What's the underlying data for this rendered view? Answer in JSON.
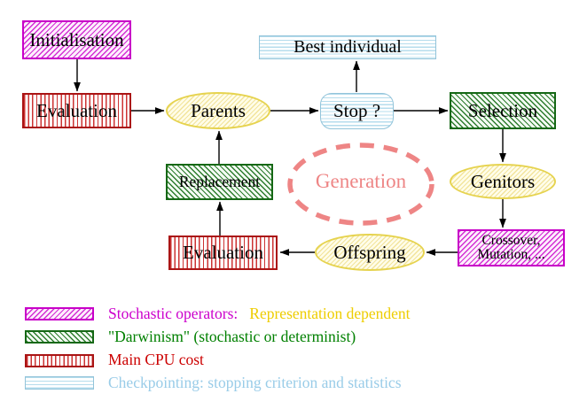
{
  "nodes": {
    "initialisation": "Initialisation",
    "best_individual": "Best individual",
    "evaluation_top": "Evaluation",
    "parents": "Parents",
    "stop": "Stop ?",
    "selection": "Selection",
    "replacement": "Replacement",
    "generation": "Generation",
    "genitors": "Genitors",
    "crossover_line1": "Crossover,",
    "crossover_line2": "Mutation, ...",
    "offspring": "Offspring",
    "evaluation_bottom": "Evaluation"
  },
  "colors": {
    "magenta": "#cc00cc",
    "dark_green": "#156815",
    "dark_red": "#aa1414",
    "cyan_border": "#93c4da",
    "yellow_border": "#e6d34f",
    "salmon_dashed": "#ee8585",
    "legend_magenta_text": "#cc00cc",
    "legend_yellow_text": "#eecd00",
    "legend_green_text": "#008000",
    "legend_red_text": "#cc0000",
    "legend_cyan_text": "#99cce8",
    "arrow": "#000000"
  },
  "legend": {
    "items": [
      {
        "swatch": "magenta-diagonal-hatch",
        "text": "Stochastic operators:",
        "text2": "Representation dependent"
      },
      {
        "swatch": "green-diagonal-hatch",
        "text": "\"Darwinism\" (stochastic or determinist)"
      },
      {
        "swatch": "red-vertical-stripes",
        "text": "Main CPU cost"
      },
      {
        "swatch": "cyan-horizontal-stripes",
        "text": "Checkpointing: stopping criterion and statistics"
      }
    ]
  }
}
